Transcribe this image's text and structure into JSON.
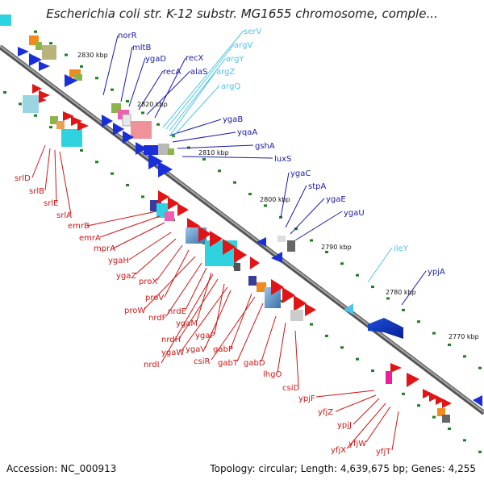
{
  "title": "Escherichia coli str. K-12 substr. MG1655 chromosome, comple...",
  "footer": {
    "accession": "Accession: NC_000913",
    "topology": "Topology: circular; Length: 4,639,675 bp; Genes: 4,255"
  },
  "colors": {
    "forward_label": "#1a1aa8",
    "reverse_label": "#d01515",
    "rna_label": "#4fc3e8",
    "backbone": "#888888",
    "tick": "#1e7f1e"
  },
  "scale_labels": [
    "2830 kbp",
    "2820 kbp",
    "2810 kbp",
    "2800 kbp",
    "2790 kbp",
    "2780 kbp",
    "2770 kbp"
  ],
  "forward_genes": [
    "norR",
    "mltB",
    "ygaD",
    "recX",
    "recA",
    "alaS",
    "ygaB",
    "yqaA",
    "gshA",
    "luxS",
    "ygaC",
    "stpA",
    "ygaE",
    "ygaU",
    "ypjA"
  ],
  "rna_genes": [
    "serV",
    "argV",
    "argY",
    "argZ",
    "argQ",
    "ileY"
  ],
  "reverse_genes": [
    "srlD",
    "srlB",
    "srlE",
    "srlA",
    "emrB",
    "emrA",
    "mprA",
    "ygaH",
    "ygaZ",
    "proX",
    "proV",
    "proW",
    "nrdF",
    "nrdE",
    "ygaM",
    "nrdH",
    "ygaP",
    "ygaW",
    "ygaV",
    "nrdI",
    "gabP",
    "csiR",
    "gabT",
    "gabD",
    "lhgO",
    "csiD",
    "ypjF",
    "yfjZ",
    "ypjJ",
    "yfjX",
    "yfjW",
    "yfjT"
  ]
}
